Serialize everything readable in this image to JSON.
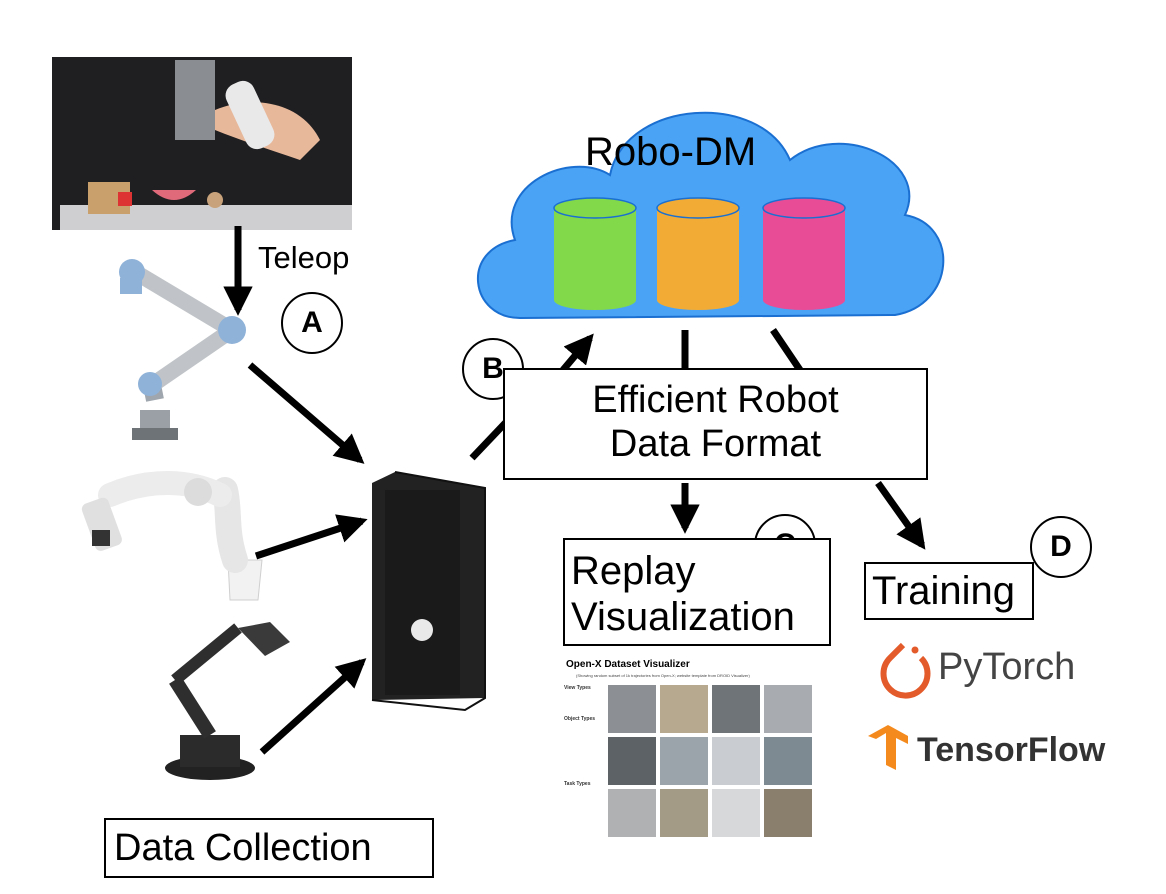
{
  "diagram": {
    "cloud": {
      "title": "Robo-DM",
      "db_colors": [
        "#82d94a",
        "#f2ac35",
        "#e84c97"
      ],
      "fill": "#4aa3f5"
    },
    "format_box": {
      "line1": "Efficient Robot",
      "line2": "Data Format"
    },
    "teleop_label": "Teleop",
    "markers": {
      "a": "A",
      "b": "B",
      "c": "C",
      "d": "D"
    },
    "data_collection": "Data Collection",
    "replay_box": {
      "line1": "Replay",
      "line2": "Visualization"
    },
    "training": "Training",
    "pytorch_label": "PyTorch",
    "tensorflow_label": "TensorFlow",
    "pytorch_color": "#e35a2b",
    "tensorflow_color": "#f48a1e"
  },
  "visualizer": {
    "title": "Open-X Dataset Visualizer",
    "subtitle": "(Showing random subset of 1k trajectories from Open-X; website template from DROID Visualizer)",
    "sections": [
      "View Types",
      "Object Types",
      "Task Types"
    ]
  }
}
